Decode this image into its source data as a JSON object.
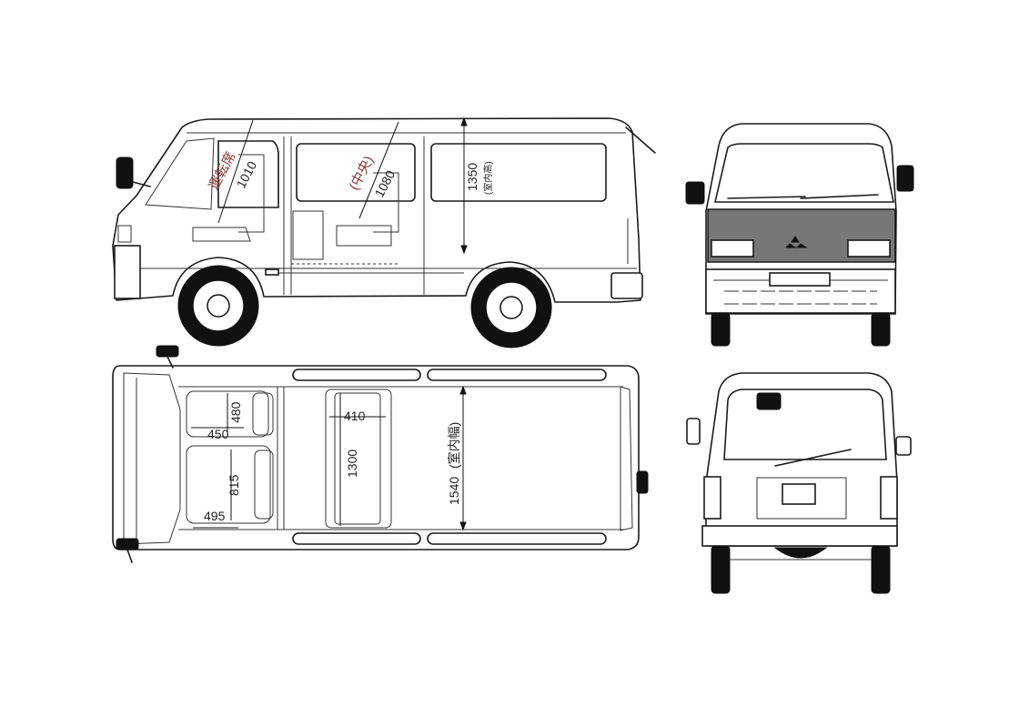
{
  "views": {
    "side": {
      "labels": {
        "driver_seat": "運転席",
        "driver_dim": "1010",
        "middle_seat": "(中央)",
        "middle_dim": "1080",
        "height_dim": "1350",
        "height_note": "(室内高)"
      }
    },
    "top": {
      "labels": {
        "seat_depth_1": "480",
        "seat_width_1": "450",
        "seat_depth_2": "815",
        "seat_width_2": "495",
        "aisle_width": "410",
        "aisle_length": "1300",
        "interior_width": "1540",
        "interior_width_note": "(室内幅)"
      }
    }
  },
  "colors": {
    "line": "#1a1a1a",
    "dash_grille": "#6b6b6b",
    "label_accent": "#8a3a3a"
  }
}
